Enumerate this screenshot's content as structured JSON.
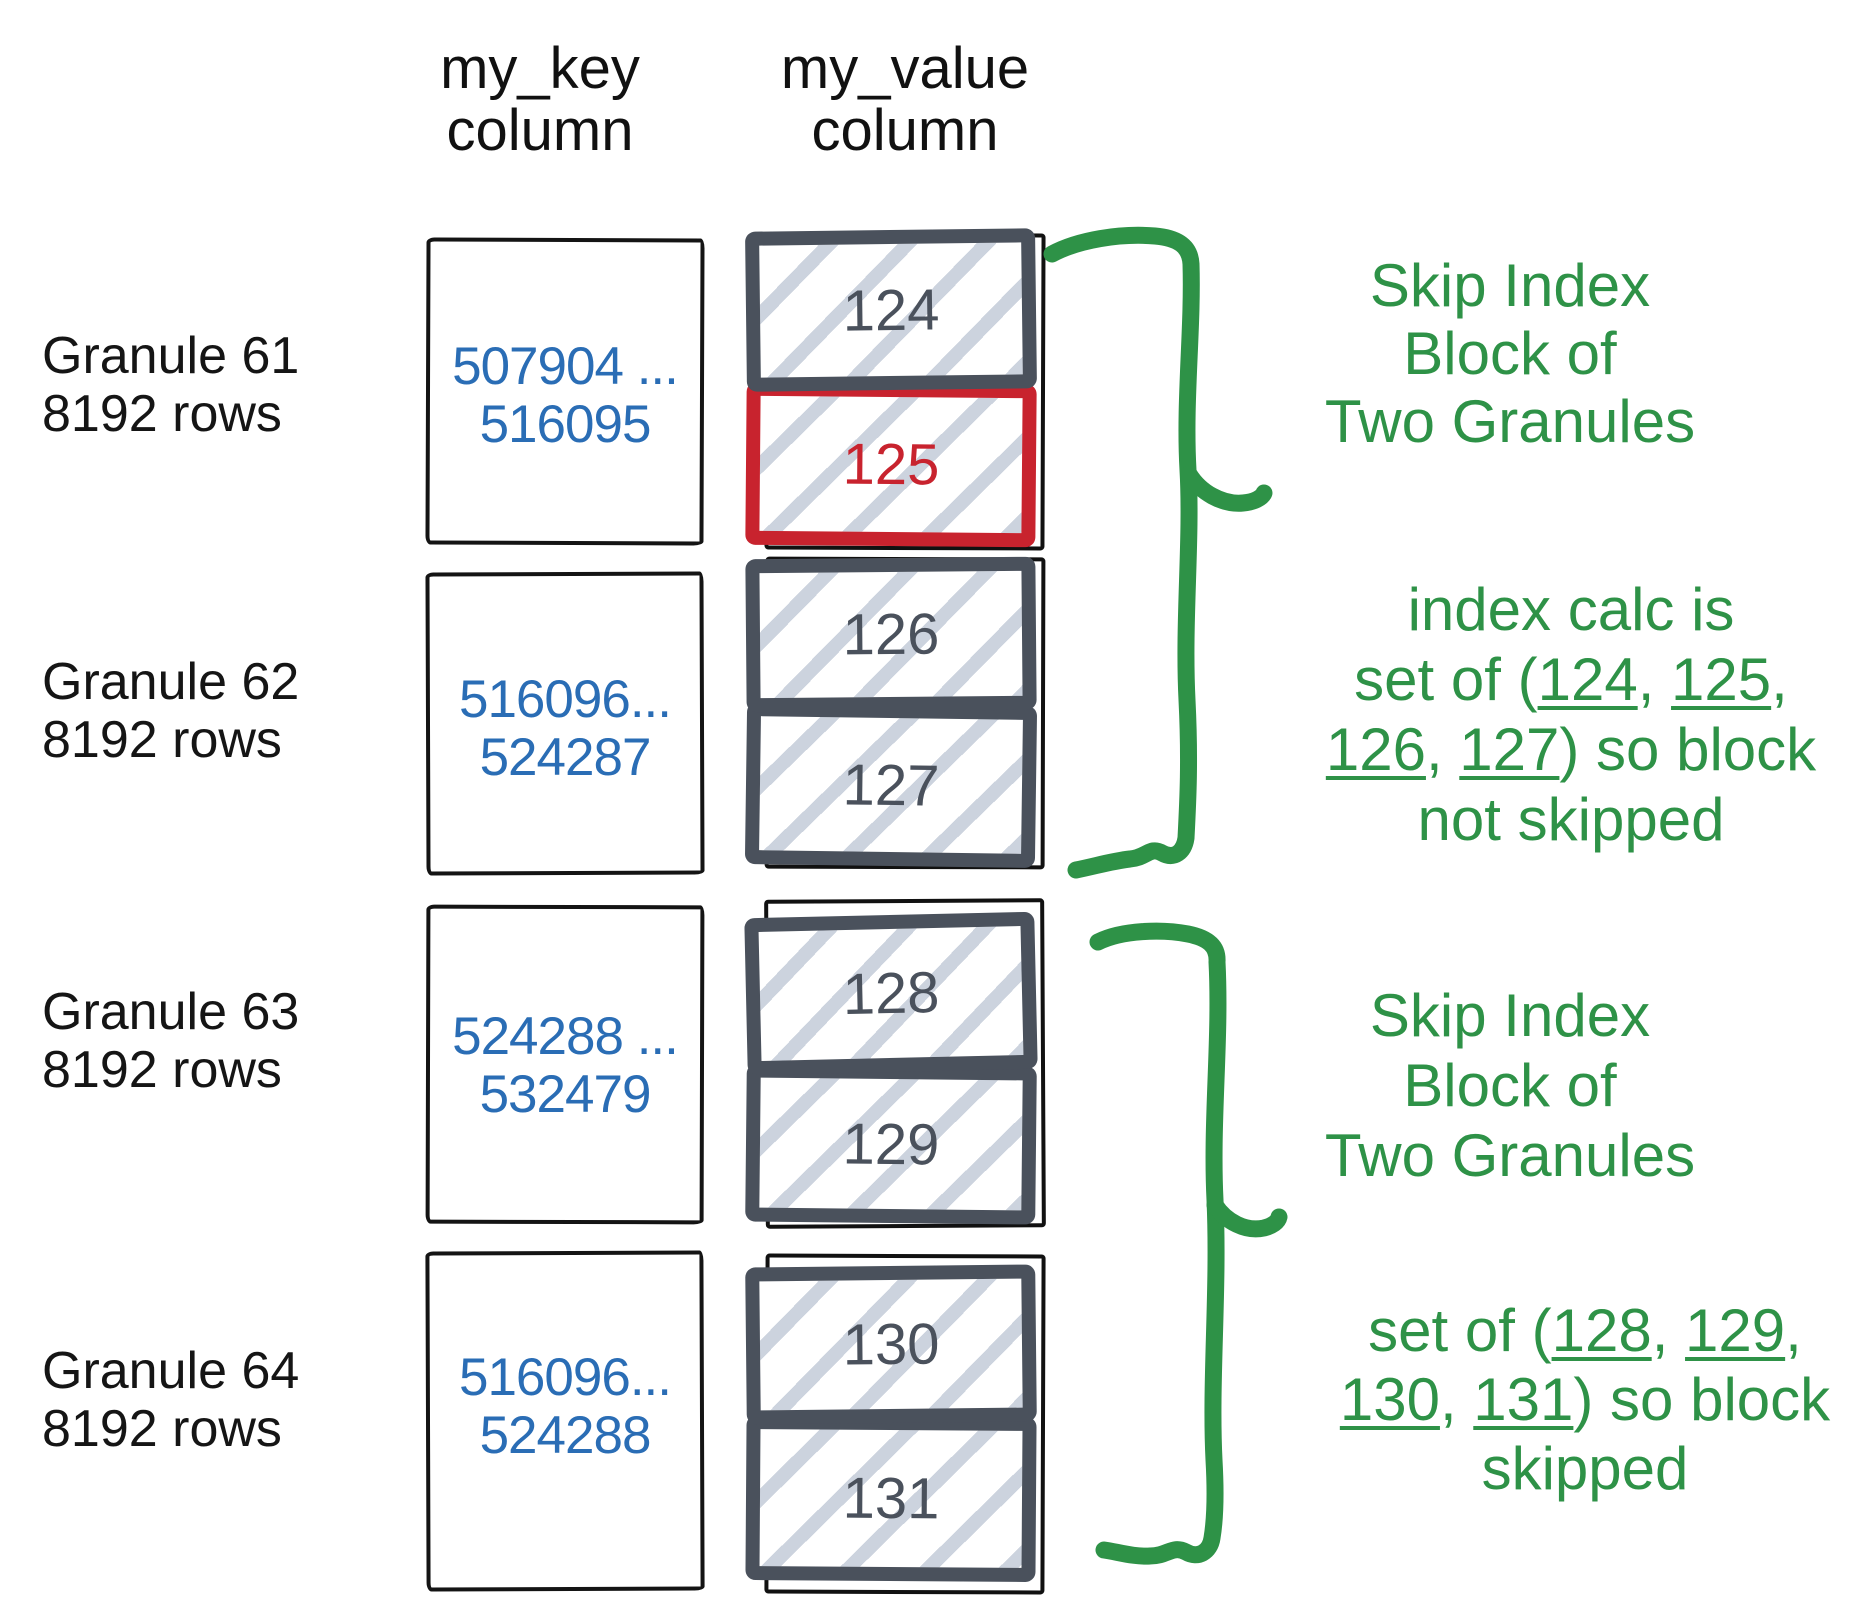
{
  "colors": {
    "accent_green": "#2e9247",
    "accent_red": "#c8232e",
    "accent_blue": "#2a6db5",
    "block_slate": "#4a515c",
    "hatch_gray": "#ccd3de"
  },
  "headers": {
    "key_line1": "my_key",
    "key_line2": "column",
    "value_line1": "my_value",
    "value_line2": "column"
  },
  "granules": [
    {
      "name": "Granule 61",
      "rows": "8192 rows",
      "key_from": "507904 ...",
      "key_to": "516095",
      "blocks": [
        {
          "label": "124"
        },
        {
          "label": "125"
        }
      ]
    },
    {
      "name": "Granule 62",
      "rows": "8192 rows",
      "key_from": "516096...",
      "key_to": "524287",
      "blocks": [
        {
          "label": "126"
        },
        {
          "label": "127"
        }
      ]
    },
    {
      "name": "Granule 63",
      "rows": "8192 rows",
      "key_from": "524288 ...",
      "key_to": "532479",
      "blocks": [
        {
          "label": "128"
        },
        {
          "label": "129"
        }
      ]
    },
    {
      "name": "Granule 64",
      "rows": "8192 rows",
      "key_from": "516096...",
      "key_to": "524288",
      "blocks": [
        {
          "label": "130"
        },
        {
          "label": "131"
        }
      ]
    }
  ],
  "annotations": {
    "first": {
      "title": [
        "Skip Index",
        "Block of",
        "Two Granules"
      ],
      "calc_line": "index calc is",
      "set_line_a": [
        "set of (",
        "124",
        ", ",
        "125",
        ","
      ],
      "set_line_b": [
        "126",
        ", ",
        "127",
        ") so block"
      ],
      "result": "not skipped"
    },
    "second": {
      "title": [
        "Skip Index",
        "Block of",
        "Two Granules"
      ],
      "set_line_a": [
        "set of (",
        "128",
        ", ",
        "129",
        ","
      ],
      "set_line_b": [
        "130",
        ", ",
        "131",
        ") so block"
      ],
      "result": "skipped"
    }
  }
}
